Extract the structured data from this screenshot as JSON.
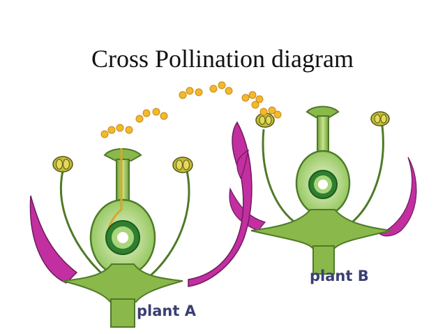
{
  "slide": {
    "title": "Cross Pollination diagram"
  },
  "diagram": {
    "labels": {
      "plant_a": "plant A",
      "plant_b": "plant B"
    },
    "colors": {
      "petal": "#c22fa0",
      "stem": "#8ab84a",
      "stem_dark": "#4e7a28",
      "anther": "#c8b838",
      "pollen": "#f2b92a",
      "pollen_tube": "#d6a82a",
      "ovule": "#2f7f2f",
      "label": "#3a3f73"
    }
  }
}
